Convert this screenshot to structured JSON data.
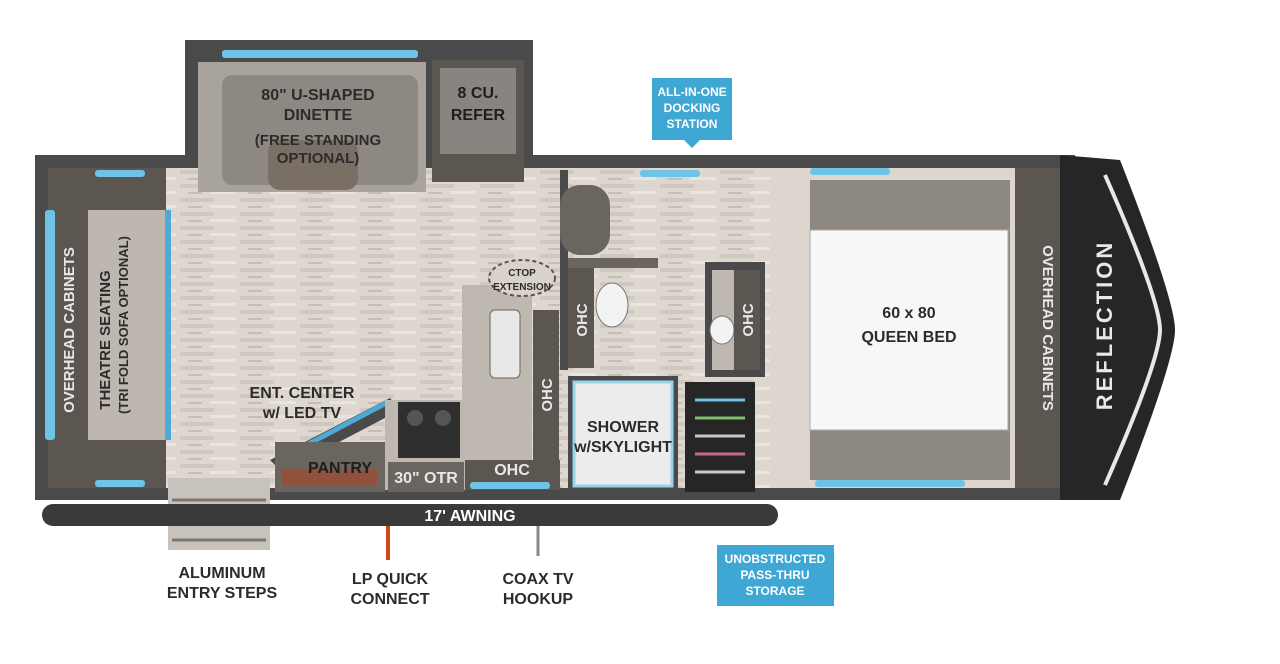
{
  "brand": "REFLECTION",
  "colors": {
    "wall": "#4a4a4a",
    "floor": "#dcd6cf",
    "cabinet": "#5c5650",
    "window": "#6fc3e6",
    "callout": "#3fa7d4",
    "frontcap": "#262626"
  },
  "labels": {
    "dinette_line1": "80\" U-SHAPED",
    "dinette_line2": "DINETTE",
    "dinette_line3": "(FREE STANDING",
    "dinette_line4": "OPTIONAL)",
    "refer_line1": "8 CU.",
    "refer_line2": "REFER",
    "theatre_seating": "THEATRE SEATING",
    "theatre_note": "(TRI FOLD SOFA OPTIONAL)",
    "overhead_left": "OVERHEAD CABINETS",
    "overhead_right": "OVERHEAD CABINETS",
    "ent_line1": "ENT. CENTER",
    "ent_line2": "w/ LED TV",
    "pantry": "PANTRY",
    "otr": "30\" OTR",
    "ohc_bottom": "OHC",
    "ohc_v1": "OHC",
    "ohc_v2": "OHC",
    "ohc_v3": "OHC",
    "ctop_line1": "CTOP",
    "ctop_line2": "EXTENSION",
    "shower_line1": "SHOWER",
    "shower_line2": "w/SKYLIGHT",
    "bed_line1": "60 x 80",
    "bed_line2": "QUEEN BED",
    "awning": "17' AWNING",
    "steps_line1": "ALUMINUM",
    "steps_line2": "ENTRY STEPS",
    "lp_line1": "LP QUICK",
    "lp_line2": "CONNECT",
    "coax_line1": "COAX TV",
    "coax_line2": "HOOKUP"
  },
  "callouts": {
    "docking_line1": "ALL-IN-ONE",
    "docking_line2": "DOCKING",
    "docking_line3": "STATION",
    "storage_line1": "UNOBSTRUCTED",
    "storage_line2": "PASS-THRU",
    "storage_line3": "STORAGE"
  }
}
